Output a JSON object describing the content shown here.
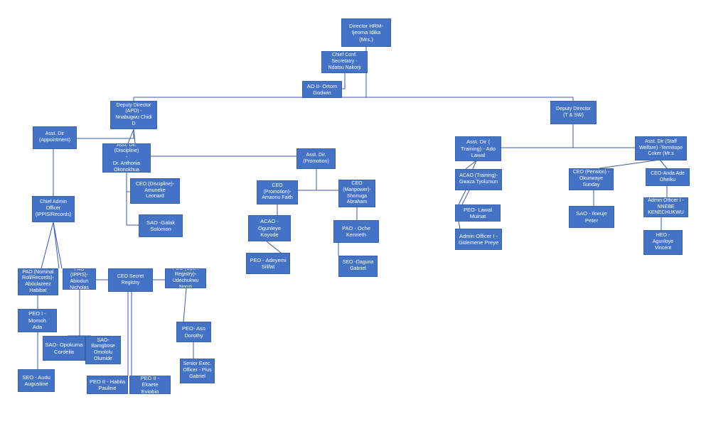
{
  "org": {
    "director": "Director HRM-\nIjeoma Idika\n(Mrs.)",
    "chief_conf_secretary": "Chief Conf.\nSecretatry -\nNdatsu Nakorji",
    "ao2": "AO II- Ortom\nGodwin",
    "dd_apd": "Deputy Director\n(APD) -\nNnabugwu Chidi\nD",
    "dd_tsw": "Deputy Director\n(T & SW)",
    "ad_appointment": "Asst. Dir\n(Appointment)",
    "ad_discipline": "Asst. Dir. (Discipline)\n-\nDr. Anthonia\nOkonokhua",
    "ad_promotion": "Asst. Dir.\n(Promotion)",
    "ceo_discipline": "CEO (Discipline)-\nAmuneke\nLeonard",
    "sao_galak": "SAO -Galak\nSolomon",
    "chief_admin_officer": "Chief Admin\nOfficer\n(IPPIS/Records)",
    "ceo_promotion": "CEO\n(Promotion)-\nAmaonu Faith",
    "ceo_manpower": "CEO\n(Manpower)-\nShonuga\nAbraham",
    "acao_ogunleye": "ACAO -\nOgunleye\nKayode",
    "peo_adeyemi": "PEO - Adeyemi\nSilifat",
    "pao_oche": "PAO - Oche\nKenneth",
    "seo_daguna": "SEO -Daguna\nGabriel",
    "ad_training": "Asst. Dir (\nTraining) - Ado\nLawal",
    "acao_training": "ACAO (Training)-\nGwaza Tyolumun",
    "peo_lawal": "PEO- Lawal\nMuinat",
    "admin_officer_gidemene": "Admin Officer I -\nGidemene Preye",
    "ad_staff_welfare": "Asst. Dir (Staff\nWelfare) -Termitope\nCoker  (Mr.s",
    "ceo_pension": "CEO (Pension) -\nOkunwaye Sunday",
    "ceo_anda": "CEO-Anda Ade\nOheiku",
    "sao_ikwuje": "SAO - Ikwuje\nPeter",
    "admin_officer_nnebe": "Admin Officer I -\nNNEBE\nKENECHUKWU",
    "heo_agunloye": "HEO -\nAgunloye\nVincent",
    "pao_nominal": "PAO (Nominal\nRoll/Records)-\nAbdulazeez\nHabibat",
    "pao_ippis": "PAO (IPPIS)-\nAbiodun\nNicholas",
    "ceo_secret_registry": "CEO Secret\nRegistry",
    "peo_open_registry": "PEO (Open\nRegistry)-\nUdechukwu\nNgozi",
    "peo1_momoh": "PEO I - Momoh\nAda",
    "seo_audu": "SEO - Audu\nAugustine",
    "sao_opokuma": "SAO- Opokuma\nCordelia",
    "sao_bamgbose": "SAO-\nBamgbose\nOmololu\nOlumide",
    "peo2_habila": "PEO II - Habila\nPauline",
    "peo2_ekaete": "PEO II - Ekaete\nEyiobio",
    "peo_aso": "PEO- Aso\nDorothy",
    "senior_exec_officer": "Senior Exec.\nOfficer - Pius\nGabriel"
  }
}
